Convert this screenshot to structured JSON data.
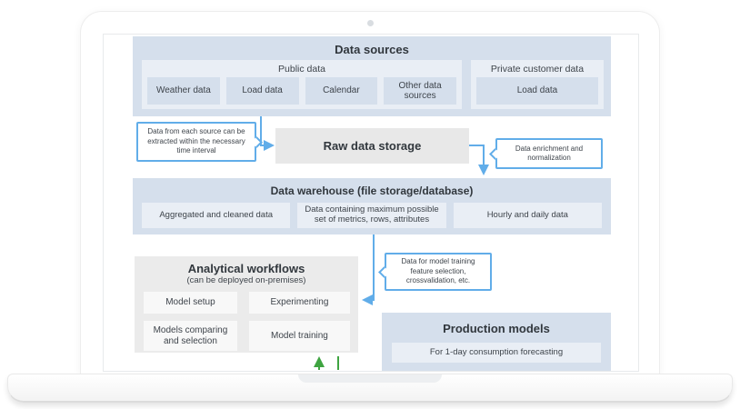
{
  "diagram": {
    "data_sources": {
      "title": "Data sources",
      "public": {
        "label": "Public data",
        "items": [
          "Weather data",
          "Load data",
          "Calendar",
          "Other data sources"
        ]
      },
      "private": {
        "label": "Private customer data",
        "items": [
          "Load data"
        ]
      }
    },
    "raw_storage": {
      "title": "Raw data storage"
    },
    "warehouse": {
      "title": "Data warehouse (file storage/database)",
      "items": [
        "Aggregated and cleaned data",
        "Data containing maximum possible set of metrics, rows, attributes",
        "Hourly and daily data"
      ]
    },
    "analytical": {
      "title": "Analytical workflows",
      "subtitle": "(can be deployed on-premises)",
      "items": [
        "Model setup",
        "Experimenting",
        "Models comparing and selection",
        "Model training"
      ]
    },
    "production": {
      "title": "Production models",
      "items": [
        "For 1-day consumption forecasting"
      ]
    },
    "callouts": [
      {
        "text": "Data from each source can be extracted within the necessary time interval"
      },
      {
        "text": "Data enrichment and normalization"
      },
      {
        "text": "Data for model training feature selection, crossvalidation, etc."
      }
    ]
  },
  "colors": {
    "section_blue": "#d5dfec",
    "tile_light": "#e9eef5",
    "gray_box": "#e8e8e8",
    "gray_section": "#ebebeb",
    "white_tile": "#f8f8f8",
    "arrow_blue": "#61ade9",
    "arrow_green": "#3fa441",
    "text": "#3e444b"
  }
}
